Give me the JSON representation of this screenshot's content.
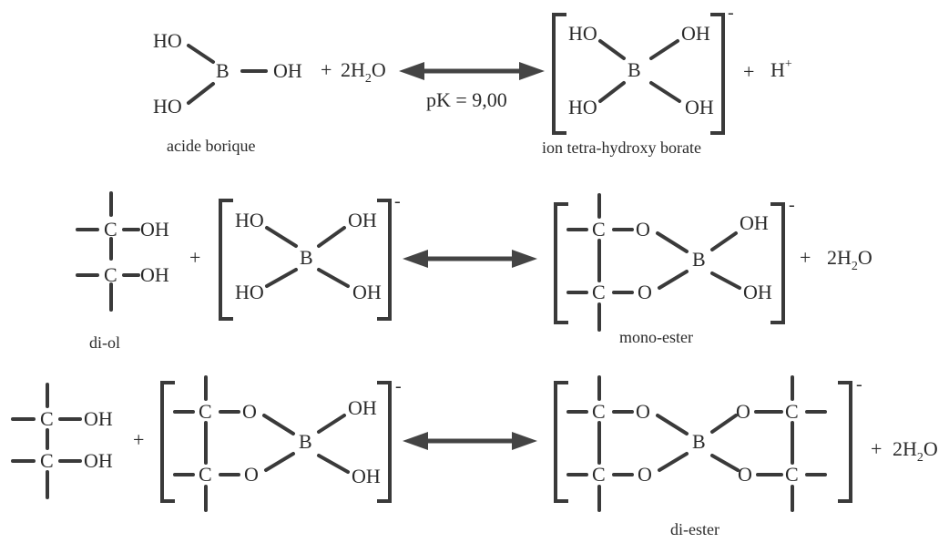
{
  "atoms": {
    "HO": "HO",
    "OH": "OH",
    "B": "B",
    "C": "C",
    "O": "O"
  },
  "symbols": {
    "plus": "+",
    "minus": "-",
    "H": "H",
    "H_sup": "+",
    "two_h2o_prefix": "2H",
    "two_h2o_sub": "2",
    "two_h2o_suffix": "O"
  },
  "row1": {
    "equilibrium_label": "pK = 9,00",
    "reactant_caption": "acide borique",
    "product_caption": "ion tetra-hydroxy borate"
  },
  "row2": {
    "reactant_caption": "di-ol",
    "product_caption": "mono-ester"
  },
  "row3": {
    "product_caption": "di-ester"
  },
  "colors": {
    "bond": "#3a3a3a",
    "arrow": "#444444",
    "text": "#2a2a2a",
    "background": "#ffffff"
  }
}
